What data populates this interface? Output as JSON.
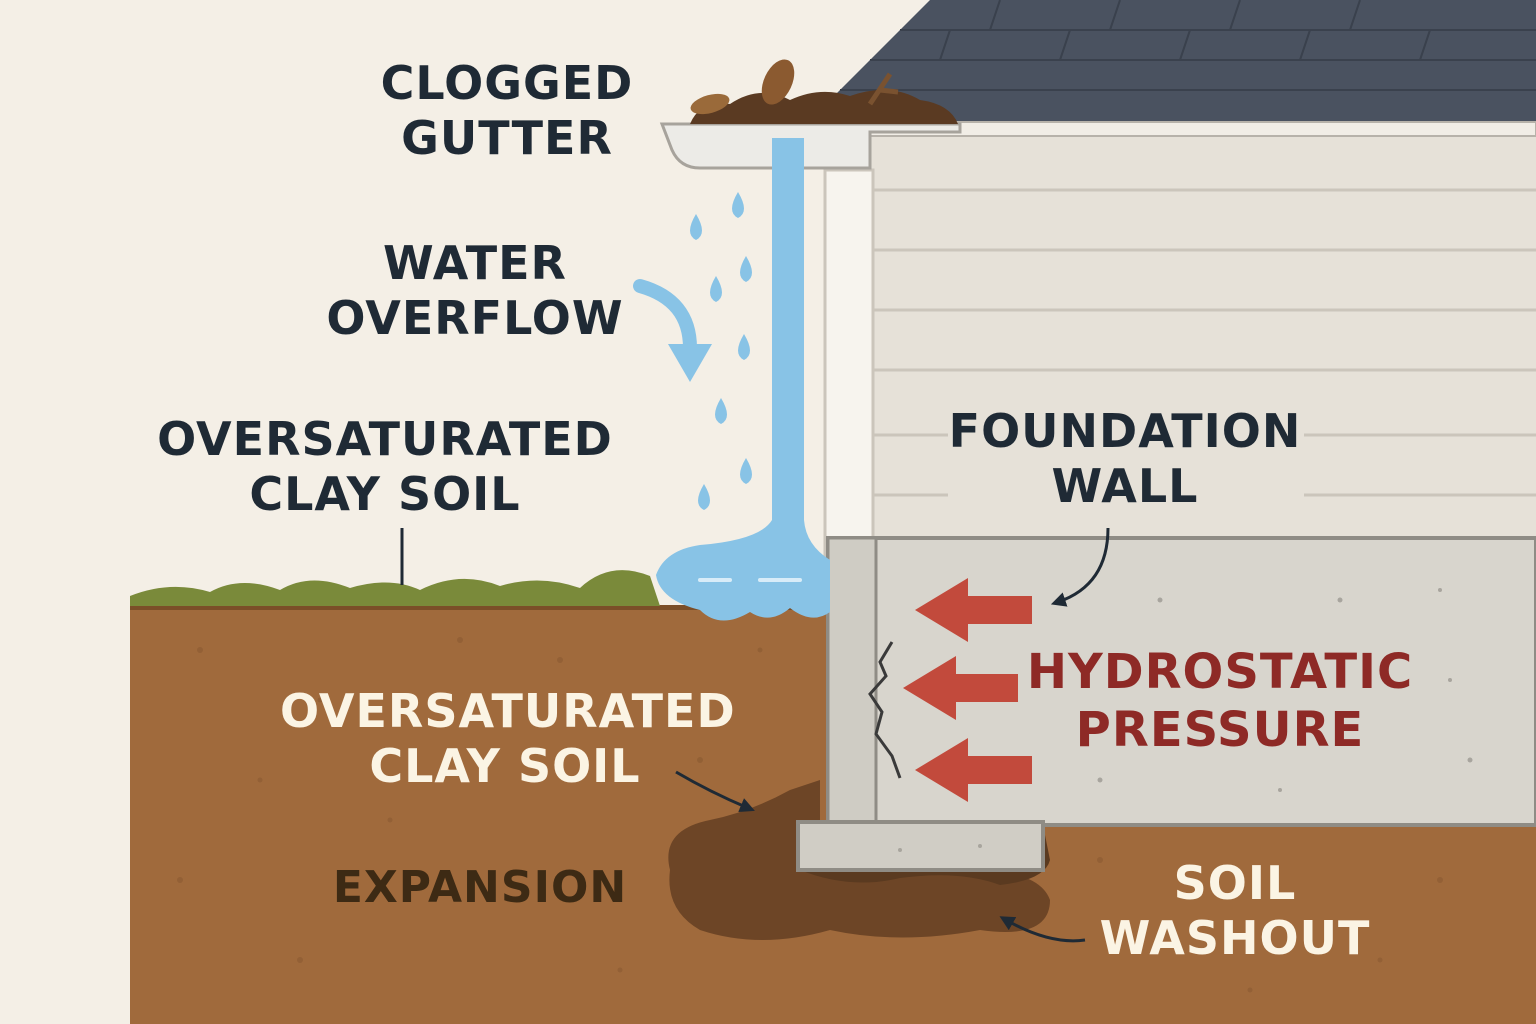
{
  "labels": {
    "clogged_gutter": [
      "CLOGGED",
      "GUTTER"
    ],
    "water_overflow": [
      "WATER",
      "OVERFLOW"
    ],
    "oversaturated_top": [
      "OVERSATURATED",
      "CLAY SOIL"
    ],
    "foundation_wall": [
      "FOUNDATION",
      "WALL"
    ],
    "hydrostatic_pressure": [
      "HYDROSTATIC",
      "PRESSURE"
    ],
    "oversaturated_soil": [
      "OVERSATURATED",
      "CLAY SOIL"
    ],
    "expansion": "EXPANSION",
    "soil_washout": [
      "SOIL",
      "WASHOUT"
    ]
  },
  "colors": {
    "background": "#f4efe6",
    "roof": "#4a5260",
    "siding": "#e6e1d8",
    "foundation": "#d8d5cd",
    "soil": "#a06a3c",
    "grass": "#7a8a3a",
    "water": "#88c3e6",
    "pressure_arrow": "#c24a3c",
    "label_dark": "#1f2a35",
    "label_light": "#fbf4e4",
    "label_red": "#8e2a26"
  },
  "icons": [
    "gutter-debris-icon",
    "water-drop-icon",
    "pressure-arrow-icon",
    "curved-pointer-arrow-icon",
    "crack-icon"
  ]
}
